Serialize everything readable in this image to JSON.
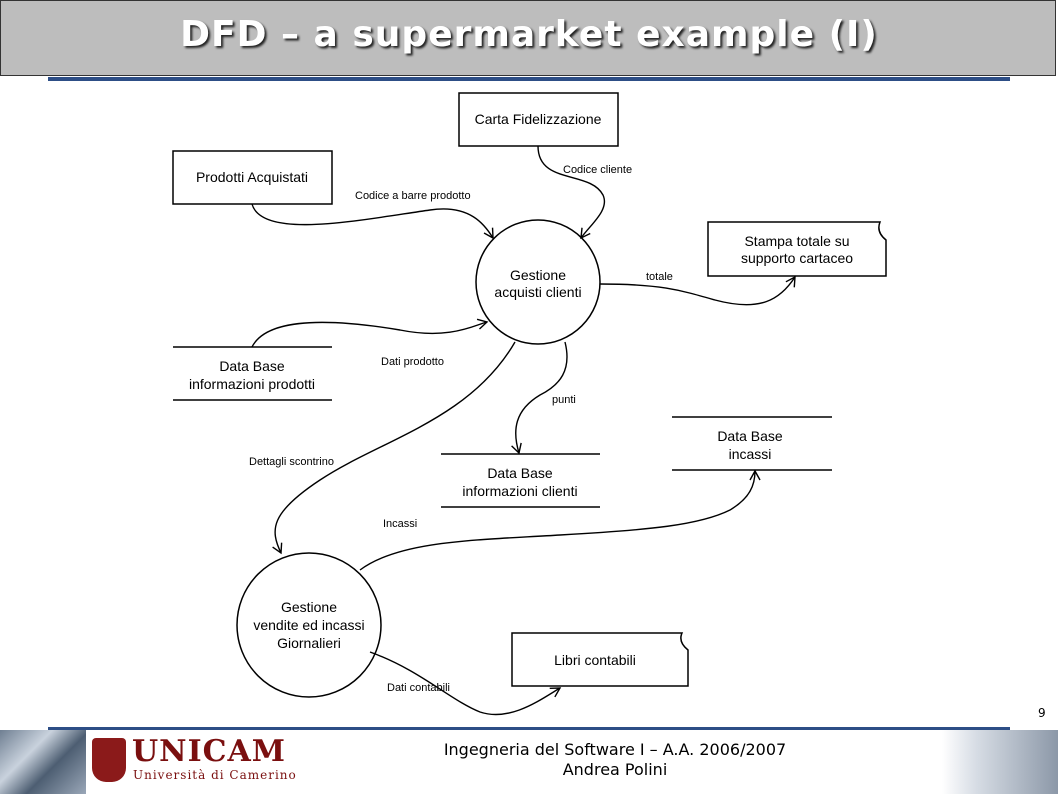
{
  "slide": {
    "title": "DFD – a supermarket example (I)",
    "page_number": "9"
  },
  "diagram": {
    "external_entities": {
      "carta": "Carta Fidelizzazione",
      "prodotti": "Prodotti Acquistati",
      "stampa_line1": "Stampa totale su",
      "stampa_line2": "supporto cartaceo",
      "libri": "Libri contabili"
    },
    "processes": {
      "gestione_acquisti_line1": "Gestione",
      "gestione_acquisti_line2": "acquisti clienti",
      "gestione_vendite_line1": "Gestione",
      "gestione_vendite_line2": "vendite ed incassi",
      "gestione_vendite_line3": "Giornalieri"
    },
    "data_stores": {
      "prodotti_line1": "Data Base",
      "prodotti_line2": "informazioni prodotti",
      "clienti_line1": "Data Base",
      "clienti_line2": "informazioni clienti",
      "incassi_line1": "Data Base",
      "incassi_line2": "incassi"
    },
    "flows": {
      "codice_cliente": "Codice cliente",
      "codice_barre": "Codice a barre prodotto",
      "totale": "totale",
      "dati_prodotto": "Dati prodotto",
      "punti": "punti",
      "dettagli": "Dettagli scontrino",
      "incassi": "Incassi",
      "dati_contabili": "Dati contabili"
    }
  },
  "footer": {
    "logo_name": "UNICAM",
    "logo_subtitle": "Università di Camerino",
    "course": "Ingegneria del Software I – A.A. 2006/2007",
    "author": "Andrea Polini"
  }
}
